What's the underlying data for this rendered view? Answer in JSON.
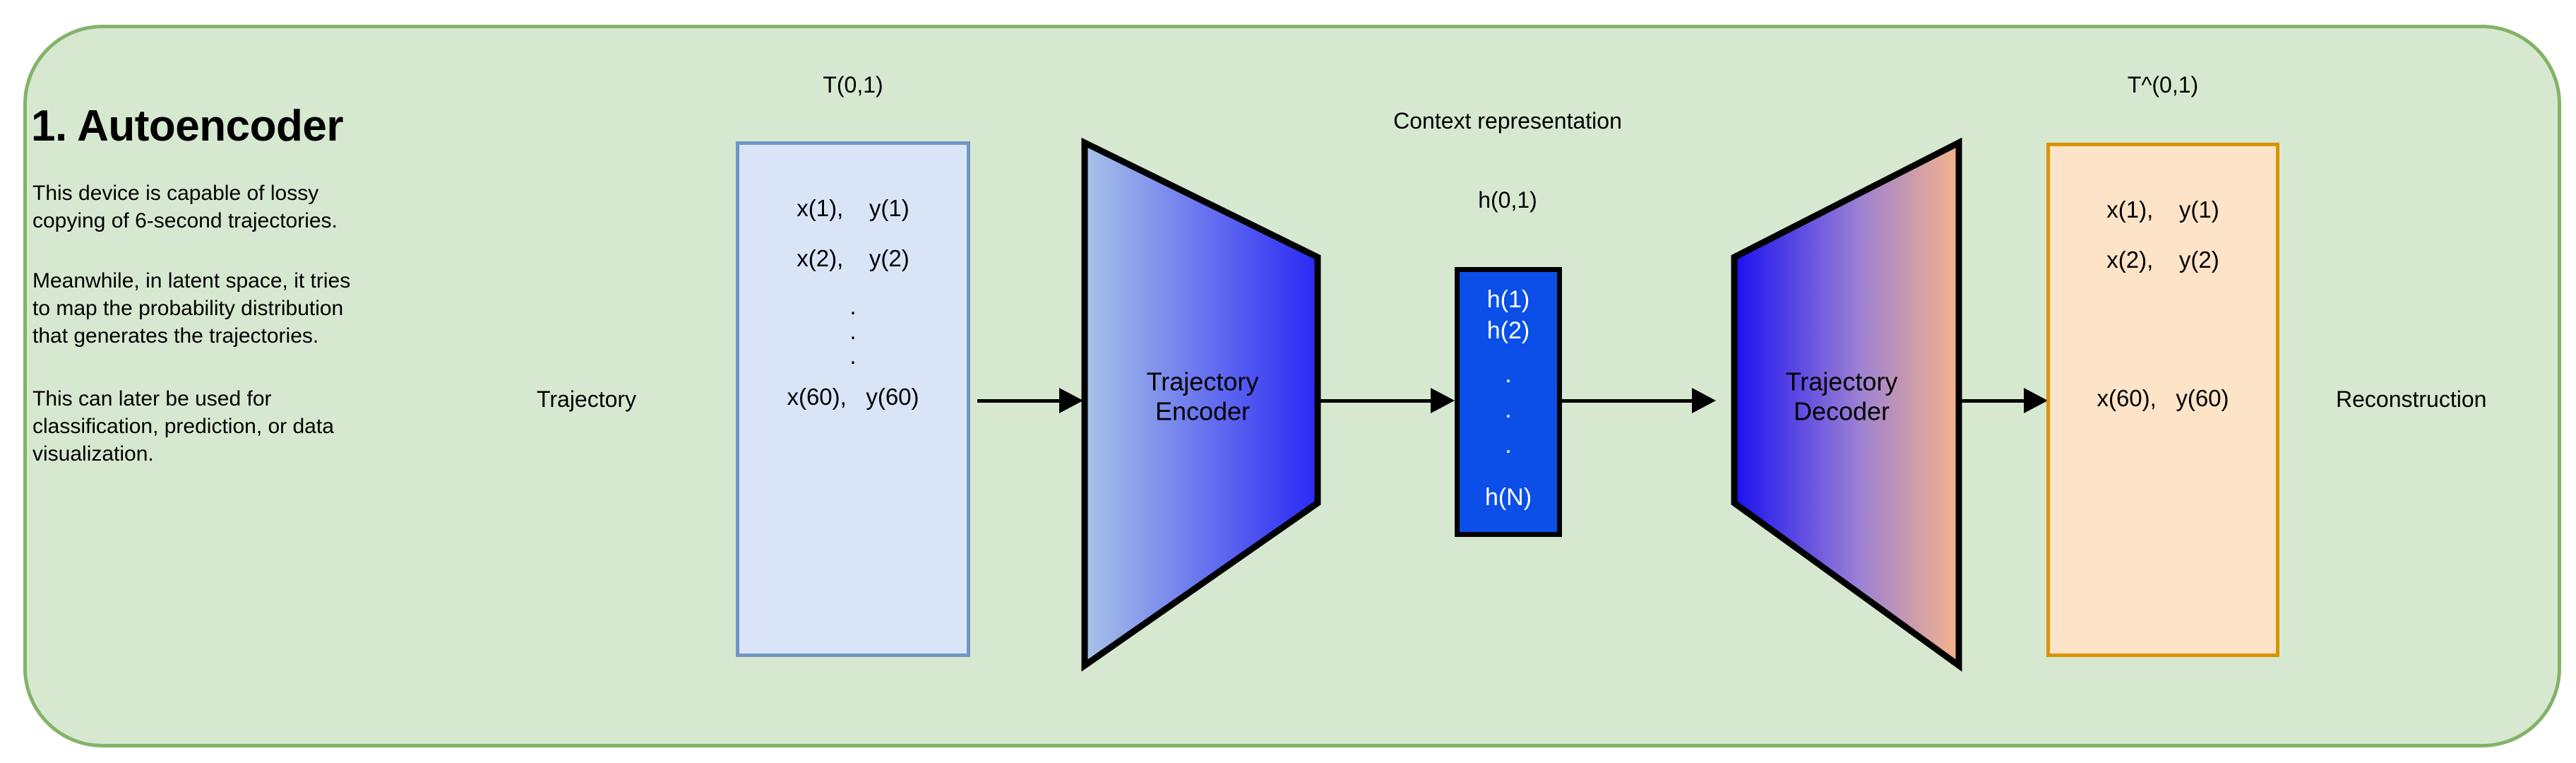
{
  "panel": {
    "background_color": "#d7e8d0",
    "border_color": "#83b368"
  },
  "header": {
    "title": "1. Autoencoder"
  },
  "description": {
    "paragraph_1": "This device is capable of lossy\ncopying of 6-second trajectories.",
    "paragraph_2": "Meanwhile, in latent space, it tries\nto map the probability distribution\nthat generates the trajectories.",
    "paragraph_3": "This can later be used for\nclassification, prediction, or data\nvisualization."
  },
  "labels": {
    "trajectory": "Trajectory",
    "reconstruction": "Reconstruction",
    "context_representation": "Context representation",
    "input_tensor": "T(0,1)",
    "latent_tensor": "h(0,1)",
    "output_tensor": "T^(0,1)"
  },
  "input_box": {
    "fill_color": "#d9e5f7",
    "border_color": "#7096c8",
    "rows": [
      "x(1),    y(1)",
      "x(2),    y(2)",
      "x(60),   y(60)"
    ],
    "ellipsis": [
      ".",
      ".",
      "."
    ]
  },
  "encoder": {
    "label": "Trajectory\nEncoder",
    "gradient_from": "#a8c3e8",
    "gradient_to": "#2a28f5"
  },
  "latent_box": {
    "fill_color": "#0b4fe8",
    "border_color": "#000000",
    "text_color": "#ffffff",
    "rows": [
      "h(1)",
      "h(2)",
      "h(N)"
    ],
    "ellipsis": [
      ".",
      ".",
      "."
    ]
  },
  "decoder": {
    "label": "Trajectory\nDecoder",
    "gradient_from": "#1a10f0",
    "gradient_to": "#f5b48a"
  },
  "output_box": {
    "fill_color": "#fde3c8",
    "border_color": "#d99300",
    "rows": [
      "x(1),    y(1)",
      "x(2),    y(2)",
      "x(60),   y(60)"
    ]
  },
  "arrows": {
    "count": 4,
    "color": "#000000"
  }
}
